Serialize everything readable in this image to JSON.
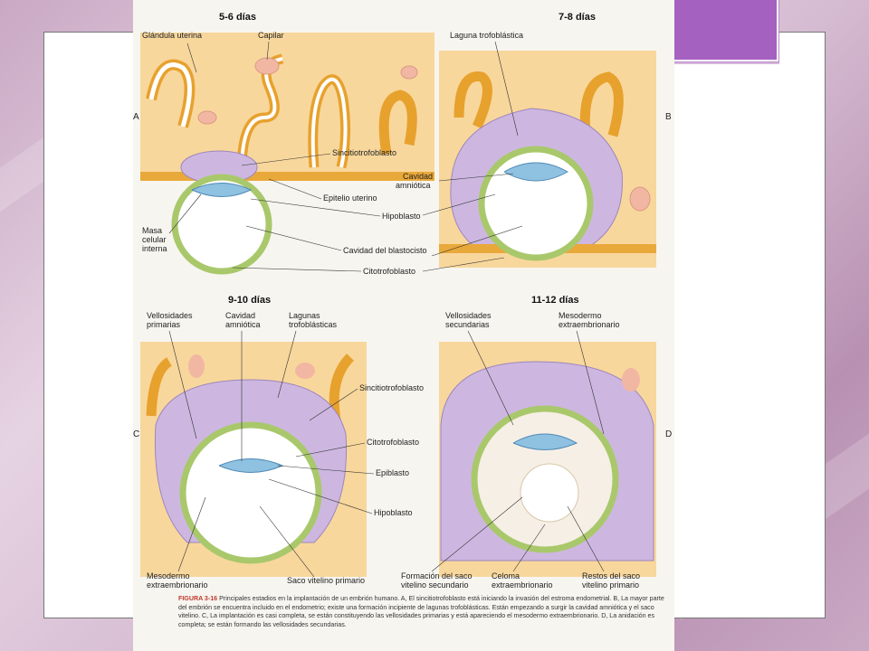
{
  "colors": {
    "accent": "#a561c0",
    "endometrium": "#f8d79c",
    "gland": "#f3b23a",
    "capillary": "#f2b7a2",
    "syncytio": "#cdb7e0",
    "cyto": "#a9c86b",
    "epiblast": "#8fc1e1",
    "caption_head": "#c0392b"
  },
  "panels": {
    "a": {
      "title": "5-6 días",
      "letter": "A",
      "labels": {
        "glandula": "Glándula uterina",
        "capilar": "Capilar",
        "sincitio": "Sincitiotrofoblasto",
        "epitelio": "Epitelio uterino",
        "hipoblasto": "Hipoblasto",
        "masa1": "Masa",
        "masa2": "celular",
        "masa3": "interna",
        "cavidad": "Cavidad del blastocisto",
        "citotrofo": "Citotrofoblasto"
      }
    },
    "b": {
      "title": "7-8 días",
      "letter": "B",
      "labels": {
        "laguna": "Laguna trofoblástica",
        "cav1": "Cavidad",
        "cav2": "amniótica"
      }
    },
    "c": {
      "title": "9-10 días",
      "letter": "C",
      "labels": {
        "vell1": "Vellosidades",
        "vell2": "primarias",
        "cav1": "Cavidad",
        "cav2": "amniótica",
        "lag1": "Lagunas",
        "lag2": "trofoblásticas",
        "sincitio": "Sincitiotrofoblasto",
        "citotrofo": "Citotrofoblasto",
        "epiblasto": "Epiblasto",
        "hipoblasto": "Hipoblasto",
        "meso1": "Mesodermo",
        "meso2": "extraembrionario",
        "saco": "Saco vitelino primario"
      }
    },
    "d": {
      "title": "11-12 días",
      "letter": "D",
      "labels": {
        "vell1": "Vellosidades",
        "vell2": "secundarias",
        "meso1": "Mesodermo",
        "meso2": "extraembrionario",
        "form1": "Formación del saco",
        "form2": "vitelino secundario",
        "cel1": "Celoma",
        "cel2": "extraembrionario",
        "rest1": "Restos del saco",
        "rest2": "vitelino primario"
      }
    }
  },
  "caption": {
    "head": "FIGURA 3-16",
    "text": "Principales estadios en la implantación de un embrión humano. A, El sincitiotrofoblasto está iniciando la invasión del estroma endometrial. B, La mayor parte del embrión se encuentra incluido en el endometrio; existe una formación incipiente de lagunas trofoblásticas. Están empezando a surgir la cavidad amniótica y el saco vitelino. C, La implantación es casi completa, se están constituyendo las vellosidades primarias y está apareciendo el mesodermo extraembrionario. D, La anidación es completa; se están formando las vellosidades secundarias."
  }
}
